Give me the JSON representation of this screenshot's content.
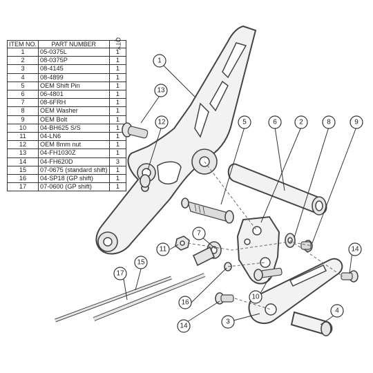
{
  "table": {
    "headers": {
      "item": "ITEM NO.",
      "part": "PART NUMBER",
      "qty": "QTY."
    },
    "rows": [
      {
        "item": "1",
        "part": "05-0375L",
        "qty": "1"
      },
      {
        "item": "2",
        "part": "08-0375P",
        "qty": "1"
      },
      {
        "item": "3",
        "part": "08-4145",
        "qty": "1"
      },
      {
        "item": "4",
        "part": "08-4899",
        "qty": "1"
      },
      {
        "item": "5",
        "part": "OEM Shift Pin",
        "qty": "1"
      },
      {
        "item": "6",
        "part": "06-4801",
        "qty": "1"
      },
      {
        "item": "7",
        "part": "08-6FRH",
        "qty": "1"
      },
      {
        "item": "8",
        "part": "OEM Washer",
        "qty": "1"
      },
      {
        "item": "9",
        "part": "OEM Bolt",
        "qty": "1"
      },
      {
        "item": "10",
        "part": "04-BH625 S/S",
        "qty": "1"
      },
      {
        "item": "11",
        "part": "04-LN6",
        "qty": "1"
      },
      {
        "item": "12",
        "part": "OEM 8mm nut",
        "qty": "1"
      },
      {
        "item": "13",
        "part": "04-FH1030Z",
        "qty": "1"
      },
      {
        "item": "14",
        "part": "04-FH620D",
        "qty": "3"
      },
      {
        "item": "15",
        "part": "07-0675 (standard shift)",
        "qty": "1"
      },
      {
        "item": "16",
        "part": "04-SP18 (GP shift)",
        "qty": "1"
      },
      {
        "item": "17",
        "part": "07-0600 (GP shift)",
        "qty": "1"
      }
    ]
  },
  "callouts": {
    "c1": "1",
    "c2": "2",
    "c3": "3",
    "c4": "4",
    "c5": "5",
    "c6": "6",
    "c7": "7",
    "c8": "8",
    "c9": "9",
    "c10": "10",
    "c11": "11",
    "c12": "12",
    "c13": "13",
    "c14a": "14",
    "c14b": "14",
    "c15": "15",
    "c16": "16",
    "c17": "17"
  }
}
